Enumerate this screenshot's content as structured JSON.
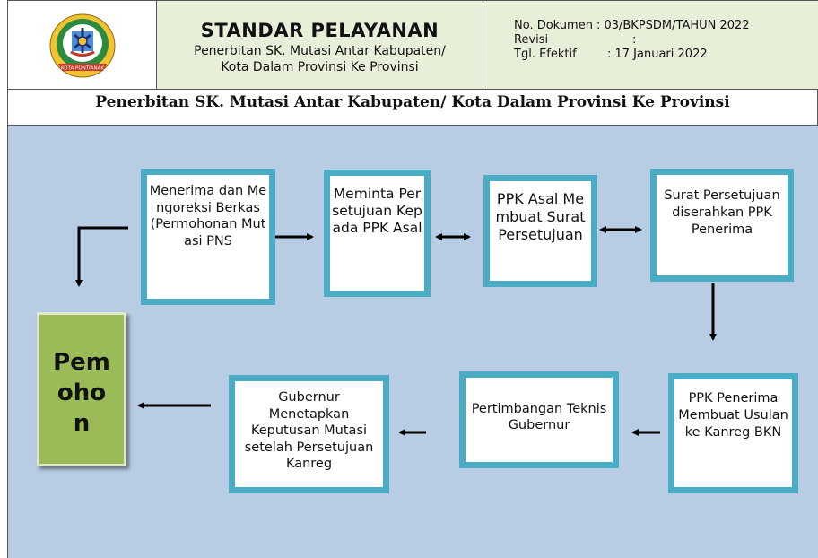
{
  "header": {
    "logo_alt": "KOTA PONTIANAK",
    "title": "STANDAR PELAYANAN",
    "subtitle_line1": "Penerbitan SK. Mutasi Antar Kabupaten/",
    "subtitle_line2": "Kota Dalam Provinsi Ke Provinsi",
    "doc_no_label": "No. Dokumen",
    "doc_no_value": ": 03/BKPSDM/TAHUN 2022",
    "revisi_label": "Revisi",
    "revisi_value": ":",
    "tgl_label": "Tgl. Efektif",
    "tgl_value": ": 17 Januari 2022"
  },
  "section_title": "Penerbitan SK. Mutasi Antar Kabupaten/ Kota Dalam Provinsi Ke Provinsi",
  "flow": {
    "step1": "Menerima dan Mengoreksi Berkas (Permohonan Mutasi PNS",
    "step2": "Meminta Persetujuan Kepada PPK Asal",
    "step3": "PPK Asal Membuat Surat Persetujuan",
    "step4": "Surat Persetujuan diserahkan PPK Penerima",
    "step5": "PPK Penerima Membuat Usulan ke Kanreg BKN",
    "step6": "Pertimbangan Teknis Gubernur",
    "step7": "Gubernur Menetapkan Keputusan Mutasi setelah Persetujuan Kanreg",
    "applicant": "Pemohon"
  },
  "colors": {
    "box_border": "#4bacc6",
    "background": "#b8cce4",
    "applicant_fill": "#9bbb59"
  }
}
